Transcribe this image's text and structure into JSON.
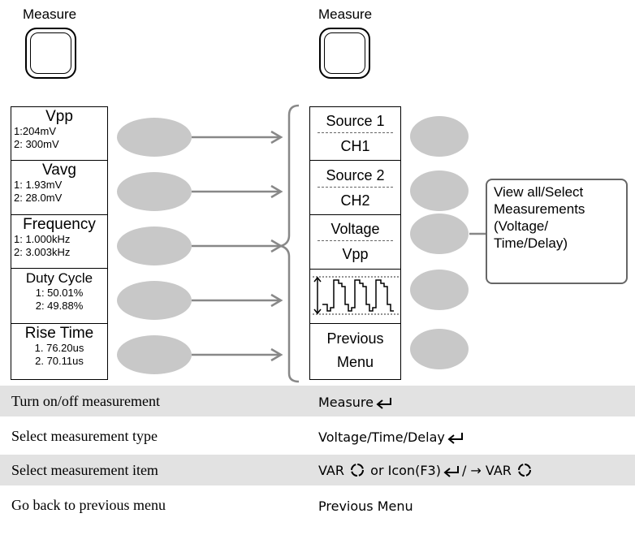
{
  "left_panel": {
    "button_label": "Measure",
    "items": [
      {
        "title": "Vpp",
        "v1": "1:204mV",
        "v2": "2: 300mV",
        "centered": false
      },
      {
        "title": "Vavg",
        "v1": "1: 1.93mV",
        "v2": "2: 28.0mV",
        "centered": false
      },
      {
        "title": "Frequency",
        "v1": "1: 1.000kHz",
        "v2": "2: 3.003kHz",
        "centered": false
      },
      {
        "title": "Duty Cycle",
        "v1": "1: 50.01%",
        "v2": "2: 49.88%",
        "centered": true
      },
      {
        "title": "Rise Time",
        "v1": "1. 76.20us",
        "v2": "2. 70.11us",
        "centered": true
      }
    ]
  },
  "right_panel": {
    "button_label": "Measure",
    "menu": [
      {
        "top": "Source 1",
        "bottom": "CH1"
      },
      {
        "top": "Source 2",
        "bottom": "CH2"
      },
      {
        "top": "Voltage",
        "bottom": "Vpp"
      },
      {
        "icon": "waveform-rise-time-icon"
      },
      {
        "top": "Previous",
        "bottom": "Menu"
      }
    ],
    "callout": [
      "View all/Select",
      "Measurements",
      "(Voltage/",
      "Time/Delay)"
    ]
  },
  "instructions": [
    {
      "label": "Turn on/off measurement",
      "action": "Measure",
      "suffix_icons": [
        "enter-icon"
      ]
    },
    {
      "label": "Select measurement type",
      "action": "Voltage/Time/Delay",
      "suffix_icons": [
        "enter-icon"
      ]
    },
    {
      "label": "Select measurement item",
      "action": "VAR",
      "mid": "or Icon(F3)",
      "tail": "/ → VAR"
    },
    {
      "label": "Go back to previous menu",
      "action": "Previous Menu"
    }
  ],
  "colors": {
    "soft_button": "#c8c8c8",
    "row_highlight": "#e2e2e2",
    "callout_border": "#666666",
    "arrow": "#888888"
  }
}
